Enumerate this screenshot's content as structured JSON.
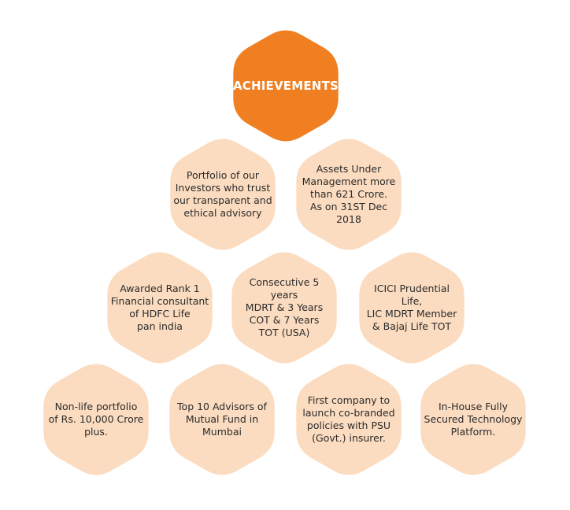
{
  "colors": {
    "title_fill": "#f07f22",
    "cell_fill": "#fbdcc0",
    "title_text": "#ffffff",
    "cell_text": "#2b2b2b"
  },
  "title": {
    "label": "ACHIEVEMENTS"
  },
  "cells": [
    {
      "id": "portfolio-investors",
      "text": "Portfolio of our\nInvestors who trust\nour transparent and\nethical advisory"
    },
    {
      "id": "assets-under-management",
      "text": "Assets Under\nManagement more\nthan 621 Crore.\nAs on 31ST Dec 2018"
    },
    {
      "id": "awarded-rank-1",
      "text": "Awarded Rank 1\nFinancial consultant\nof HDFC Life\npan india"
    },
    {
      "id": "consecutive-mdrt",
      "text": "Consecutive 5 years\nMDRT & 3 Years\nCOT & 7 Years\nTOT (USA)"
    },
    {
      "id": "icici-prudential",
      "text": "ICICI Prudential Life,\nLIC MDRT Member\n& Bajaj Life TOT"
    },
    {
      "id": "non-life-portfolio",
      "text": "Non-life portfolio\nof Rs. 10,000 Crore\nplus."
    },
    {
      "id": "top-10-advisors",
      "text": "Top 10 Advisors of\nMutual Fund in\nMumbai"
    },
    {
      "id": "first-company-co-branded",
      "text": "First company to\nlaunch co-branded\npolicies with PSU\n(Govt.) insurer."
    },
    {
      "id": "in-house-platform",
      "text": "In-House Fully\nSecured Technology\nPlatform."
    }
  ]
}
